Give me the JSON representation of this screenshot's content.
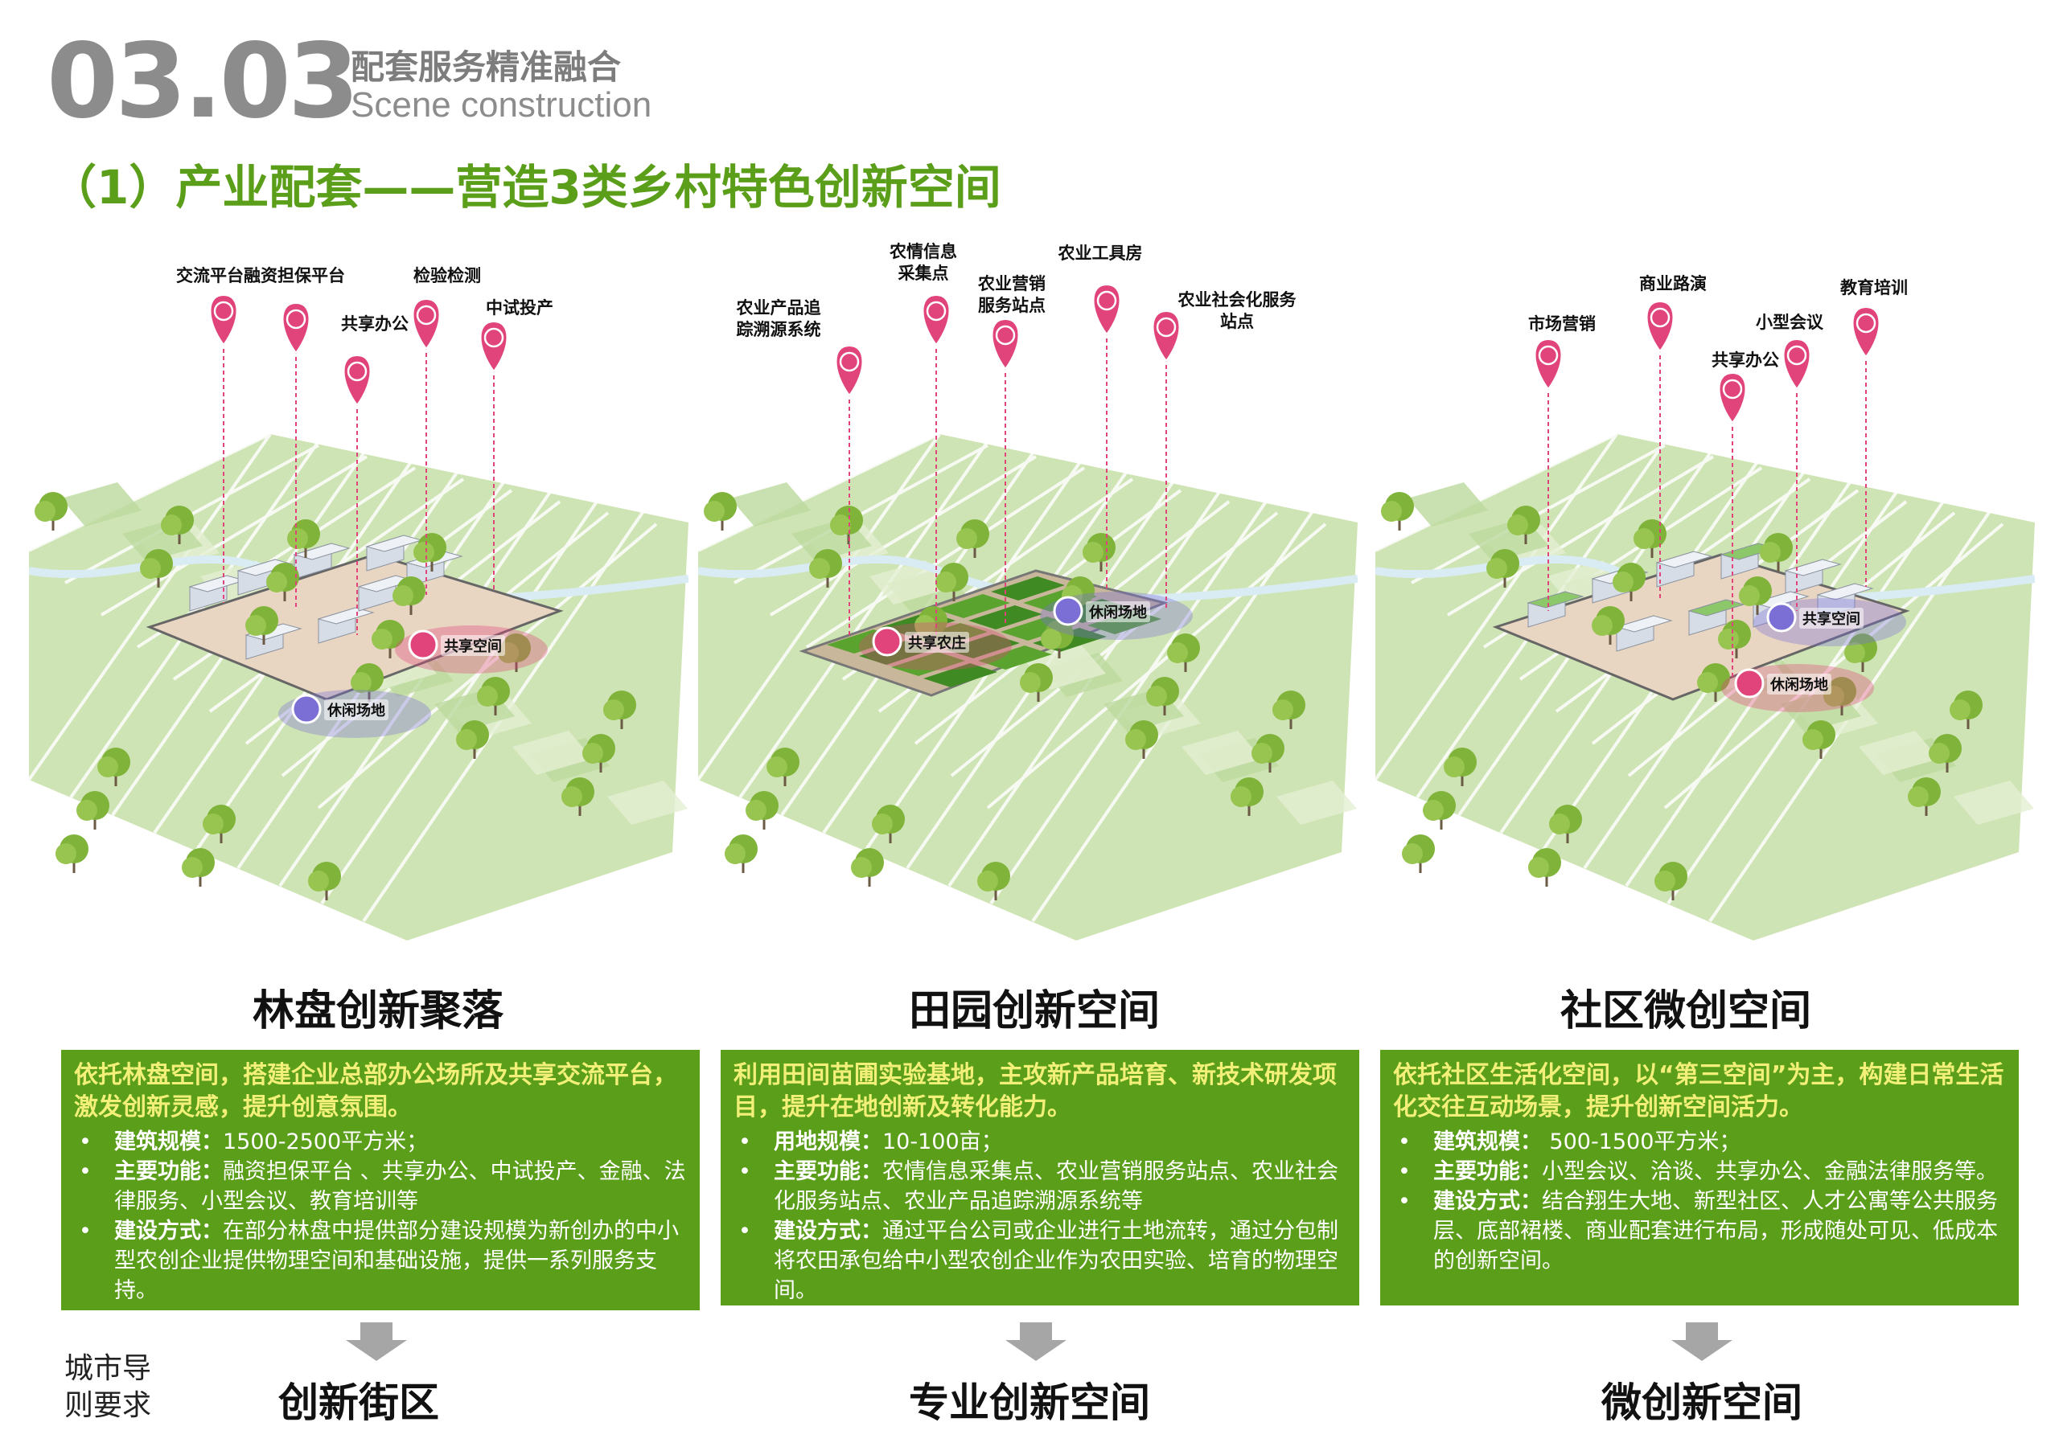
{
  "header": {
    "number": "03.03",
    "title_cn": "配套服务精准融合",
    "title_en": "Scene construction"
  },
  "section_title": "（1）产业配套——营造3类乡村特色创新空间",
  "guide_label": "城市导\n则要求",
  "colors": {
    "accent_green": "#5a9e1a",
    "highlight_yellow": "#f3f07a",
    "pin_pink": "#e0447a",
    "zone_purple": "#7b6fd6"
  },
  "panels": [
    {
      "pins": [
        {
          "label": "交流平台",
          "icon": "chat-icon"
        },
        {
          "label": "融资担保平台",
          "icon": "atom-icon"
        },
        {
          "label": "共享办公",
          "icon": "briefcase-icon"
        },
        {
          "label": "检验检测",
          "icon": "lab-icon"
        },
        {
          "label": "中试投产",
          "icon": "network-icon"
        }
      ],
      "zones": [
        "共享空间",
        "休闲场地"
      ],
      "name": "林盘创新聚落",
      "intro": "依托林盘空间，搭建企业总部办公场所及共享交流平台，激发创新灵感，提升创意氛围。",
      "bullets": [
        {
          "key": "建筑规模",
          "sep": "：",
          "text": "1500-2500平方米；"
        },
        {
          "key": "主要功能",
          "sep": "：",
          "text": "融资担保平台 、共享办公、中试投产、金融、法律服务、小型会议、教育培训等"
        },
        {
          "key": "建设方式",
          "sep": "：",
          "text": "在部分林盘中提供部分建设规模为新创办的中小型农创企业提供物理空间和基础设施，提供一系列服务支持。"
        }
      ],
      "result": "创新街区"
    },
    {
      "pins": [
        {
          "label": "农业产品追\n踪溯源系统",
          "icon": "leaf-icon"
        },
        {
          "label": "农情信息\n采集点",
          "icon": "fruit-icon"
        },
        {
          "label": "农业营销\n服务站点",
          "icon": "megaphone-icon"
        },
        {
          "label": "农业工具房",
          "icon": "wrench-icon"
        },
        {
          "label": "农业社会化服务站点",
          "icon": "atom-icon"
        }
      ],
      "zones": [
        "共享农庄",
        "休闲场地"
      ],
      "name": "田园创新空间",
      "intro": "利用田间苗圃实验基地，主攻新产品培育、新技术研发项目，提升在地创新及转化能力。",
      "bullets": [
        {
          "key": "用地规模",
          "sep": "：",
          "text": "10-100亩；"
        },
        {
          "key": "主要功能",
          "sep": "：",
          "text": "农情信息采集点、农业营销服务站点、农业社会化服务站点、农业产品追踪溯源系统等"
        },
        {
          "key": "建设方式",
          "sep": "：",
          "text": "通过平台公司或企业进行土地流转，通过分包制将农田承包给中小型农创企业作为农田实验、培育的物理空间。"
        }
      ],
      "result": "专业创新空间"
    },
    {
      "pins": [
        {
          "label": "市场营销",
          "icon": "shop-icon"
        },
        {
          "label": "商业路演",
          "icon": "people-icon"
        },
        {
          "label": "共享办公",
          "icon": "briefcase-icon"
        },
        {
          "label": "小型会议",
          "icon": "coffee-icon"
        },
        {
          "label": "教育培训",
          "icon": "book-icon"
        }
      ],
      "zones": [
        "休闲场地",
        "共享空间"
      ],
      "name": "社区微创空间",
      "intro": "依托社区生活化空间，以“第三空间”为主，构建日常生活化交往互动场景，提升创新空间活力。",
      "bullets": [
        {
          "key": "建筑规模",
          "sep": "： ",
          "text": "500-1500平方米；"
        },
        {
          "key": "主要功能",
          "sep": "：",
          "text": "小型会议、洽谈、共享办公、金融法律服务等。"
        },
        {
          "key": "建设方式",
          "sep": "：",
          "text": "结合翔生大地、新型社区、人才公寓等公共服务层、底部裙楼、商业配套进行布局，形成随处可见、低成本的创新空间。"
        }
      ],
      "result": "微创新空间"
    }
  ]
}
